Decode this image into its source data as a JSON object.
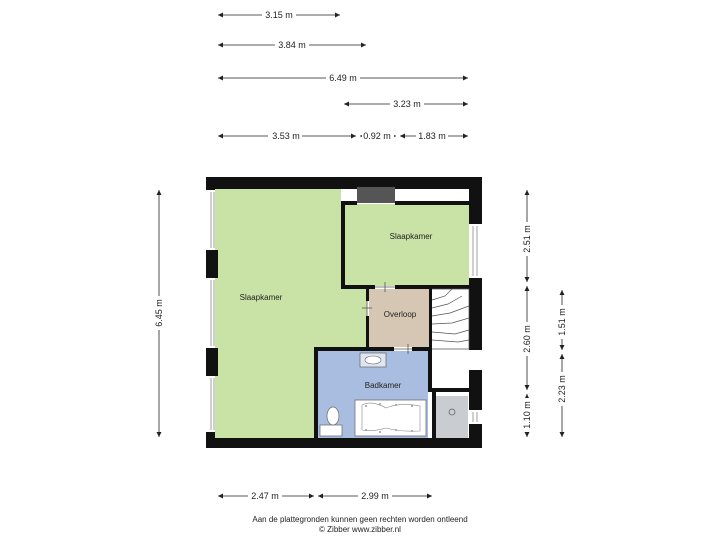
{
  "dimensions": {
    "top": [
      "3.15 m",
      "3.84 m",
      "6.49 m",
      "3.23 m",
      "3.53 m",
      "0.92 m",
      "1.83 m"
    ],
    "bottom": [
      "2.47 m",
      "2.99 m"
    ],
    "left": [
      "6.45 m"
    ],
    "right": [
      "2.51 m",
      "2.60 m",
      "1.10 m",
      "1.51 m",
      "2.23 m"
    ]
  },
  "rooms": {
    "slaapkamer_left": "Slaapkamer",
    "slaapkamer_right": "Slaapkamer",
    "overloop": "Overloop",
    "badkamer": "Badkamer"
  },
  "footer": {
    "line1": "Aan de plattegronden kunnen geen rechten worden ontleend",
    "line2": "© Zibber www.zibber.nl"
  },
  "colors": {
    "bedroom": "#c9e3a7",
    "landing": "#d6c7b4",
    "bathroom": "#a9bde0",
    "wall": "#111111"
  }
}
